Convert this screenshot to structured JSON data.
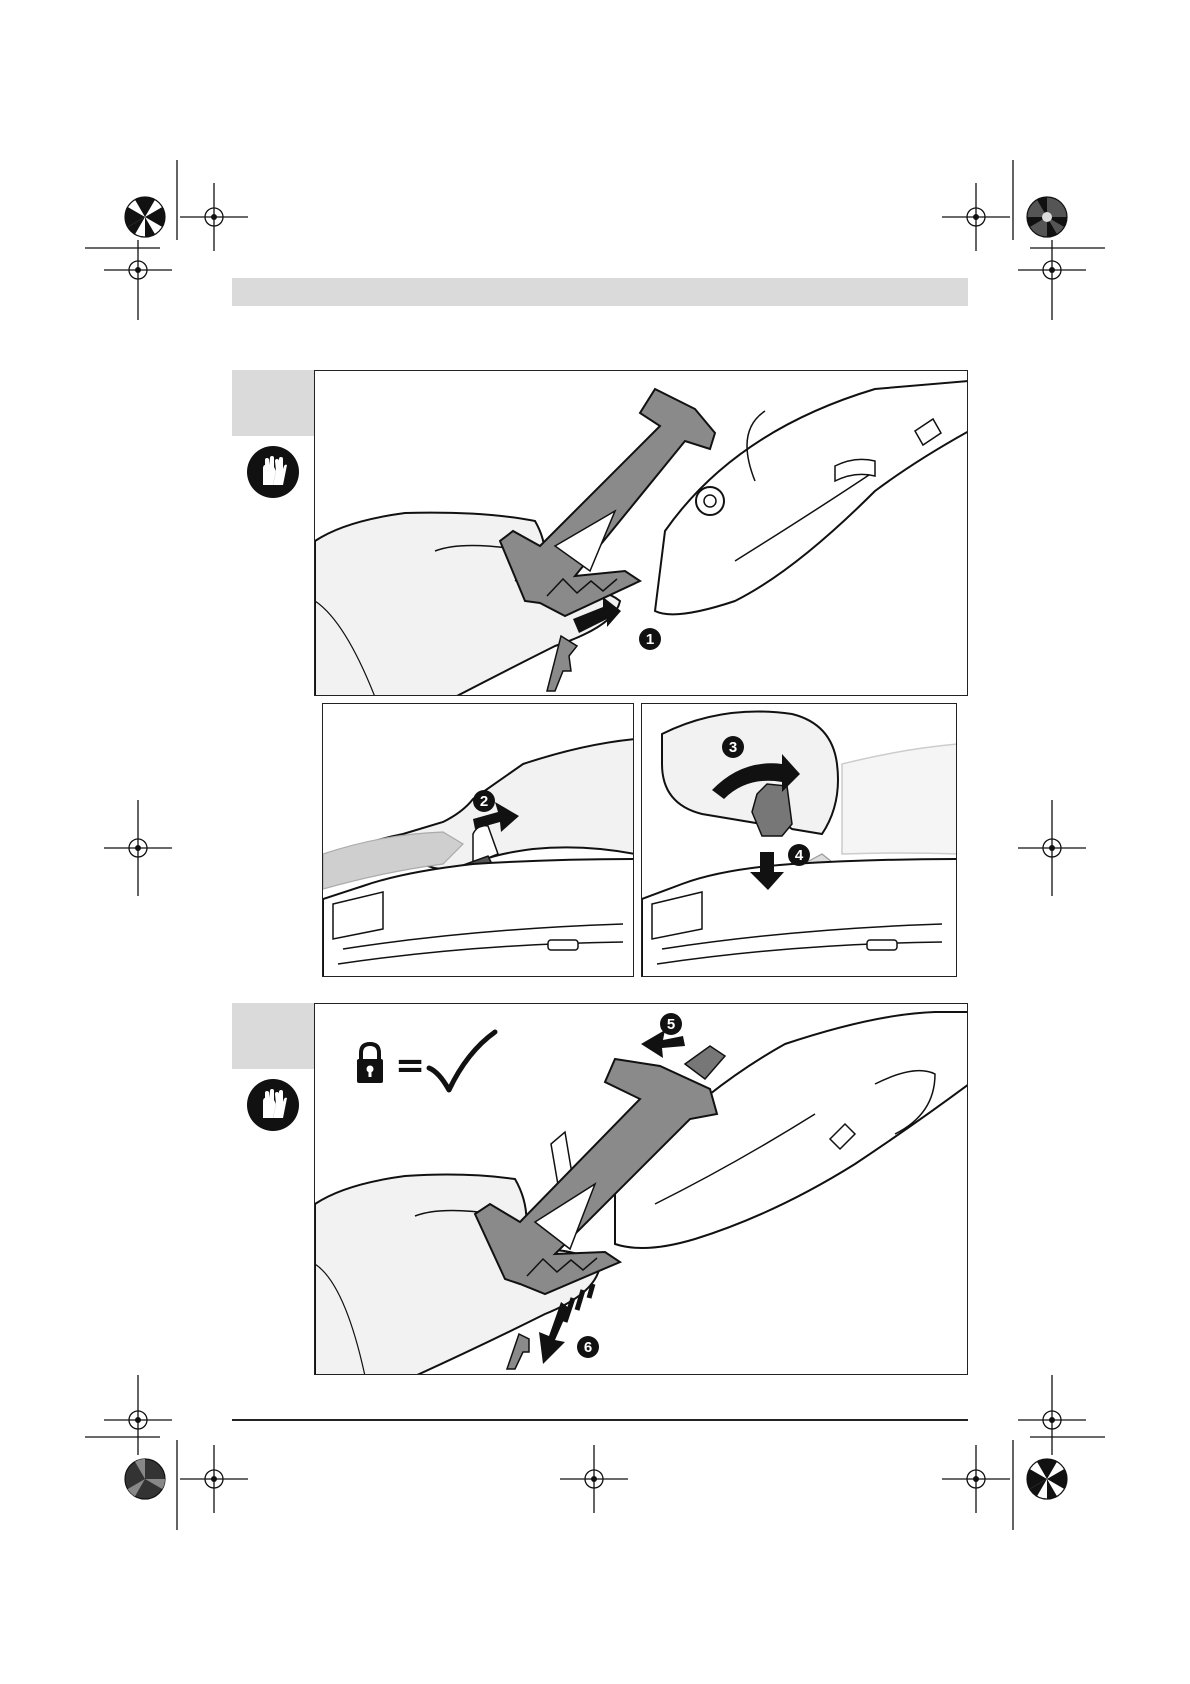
{
  "page": {
    "background": "#ffffff",
    "header_bar_color": "#dadada",
    "registration_marks": [
      "registration-crosshair-icon",
      "color-wheel-icon"
    ]
  },
  "figure_top": {
    "icon": "protective-gloves-icon",
    "callouts": [
      "1",
      "2",
      "3",
      "4"
    ],
    "tool_color": "#8a8a8a"
  },
  "figure_bottom": {
    "icon": "protective-gloves-icon",
    "legend_icons": [
      "lock-closed-icon",
      "equals-sign",
      "checkmark-icon"
    ],
    "legend_equals": "=",
    "callouts": [
      "5",
      "6"
    ]
  }
}
